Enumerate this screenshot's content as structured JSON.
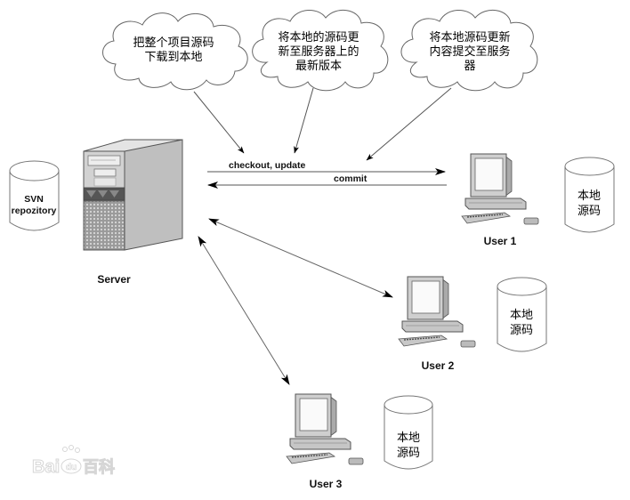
{
  "clouds": [
    {
      "lines": [
        "把整个项目源码",
        "下载到本地"
      ]
    },
    {
      "lines": [
        "将本地的源码更",
        "新至服务器上的",
        "最新版本"
      ]
    },
    {
      "lines": [
        "将本地源码更新",
        "内容提交至服务",
        "器"
      ]
    }
  ],
  "repository": {
    "lines": [
      "SVN",
      "repozitory"
    ]
  },
  "server": {
    "label": "Server"
  },
  "arrows": {
    "checkout_label": "checkout, update",
    "commit_label": "commit"
  },
  "users": [
    {
      "label": "User 1",
      "local_source": [
        "本地",
        "源码"
      ]
    },
    {
      "label": "User 2",
      "local_source": [
        "本地",
        "源码"
      ]
    },
    {
      "label": "User 3",
      "local_source": [
        "本地",
        "源码"
      ]
    }
  ],
  "watermark": {
    "text_left": "Bai",
    "text_right": "百科",
    "paw": "du"
  },
  "colors": {
    "line": "#555555",
    "arrowhead": "#000000",
    "server_face": "#cfcfcf",
    "server_side": "#bdbdbd"
  }
}
